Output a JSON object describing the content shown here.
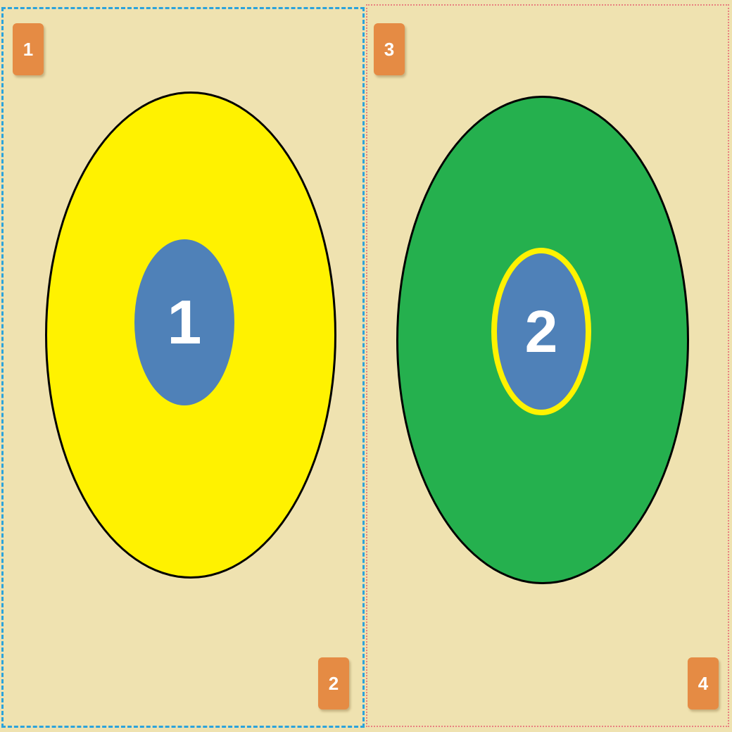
{
  "theme": {
    "background": "#EFE2B0",
    "badge_color": "#E58B44",
    "left_panel_border": "#2BA3DC",
    "right_panel_border": "#E88080",
    "token_color": "#4F81B8",
    "token_ring_color": "#FFF200"
  },
  "left_panel": {
    "badge_top_left": "1",
    "badge_bottom_right": "2",
    "disc_color": "#FFF200",
    "token_label": "1",
    "token_selected": false
  },
  "right_panel": {
    "badge_top_left": "3",
    "badge_bottom_right": "4",
    "disc_color": "#25B04E",
    "token_label": "2",
    "token_selected": true
  }
}
